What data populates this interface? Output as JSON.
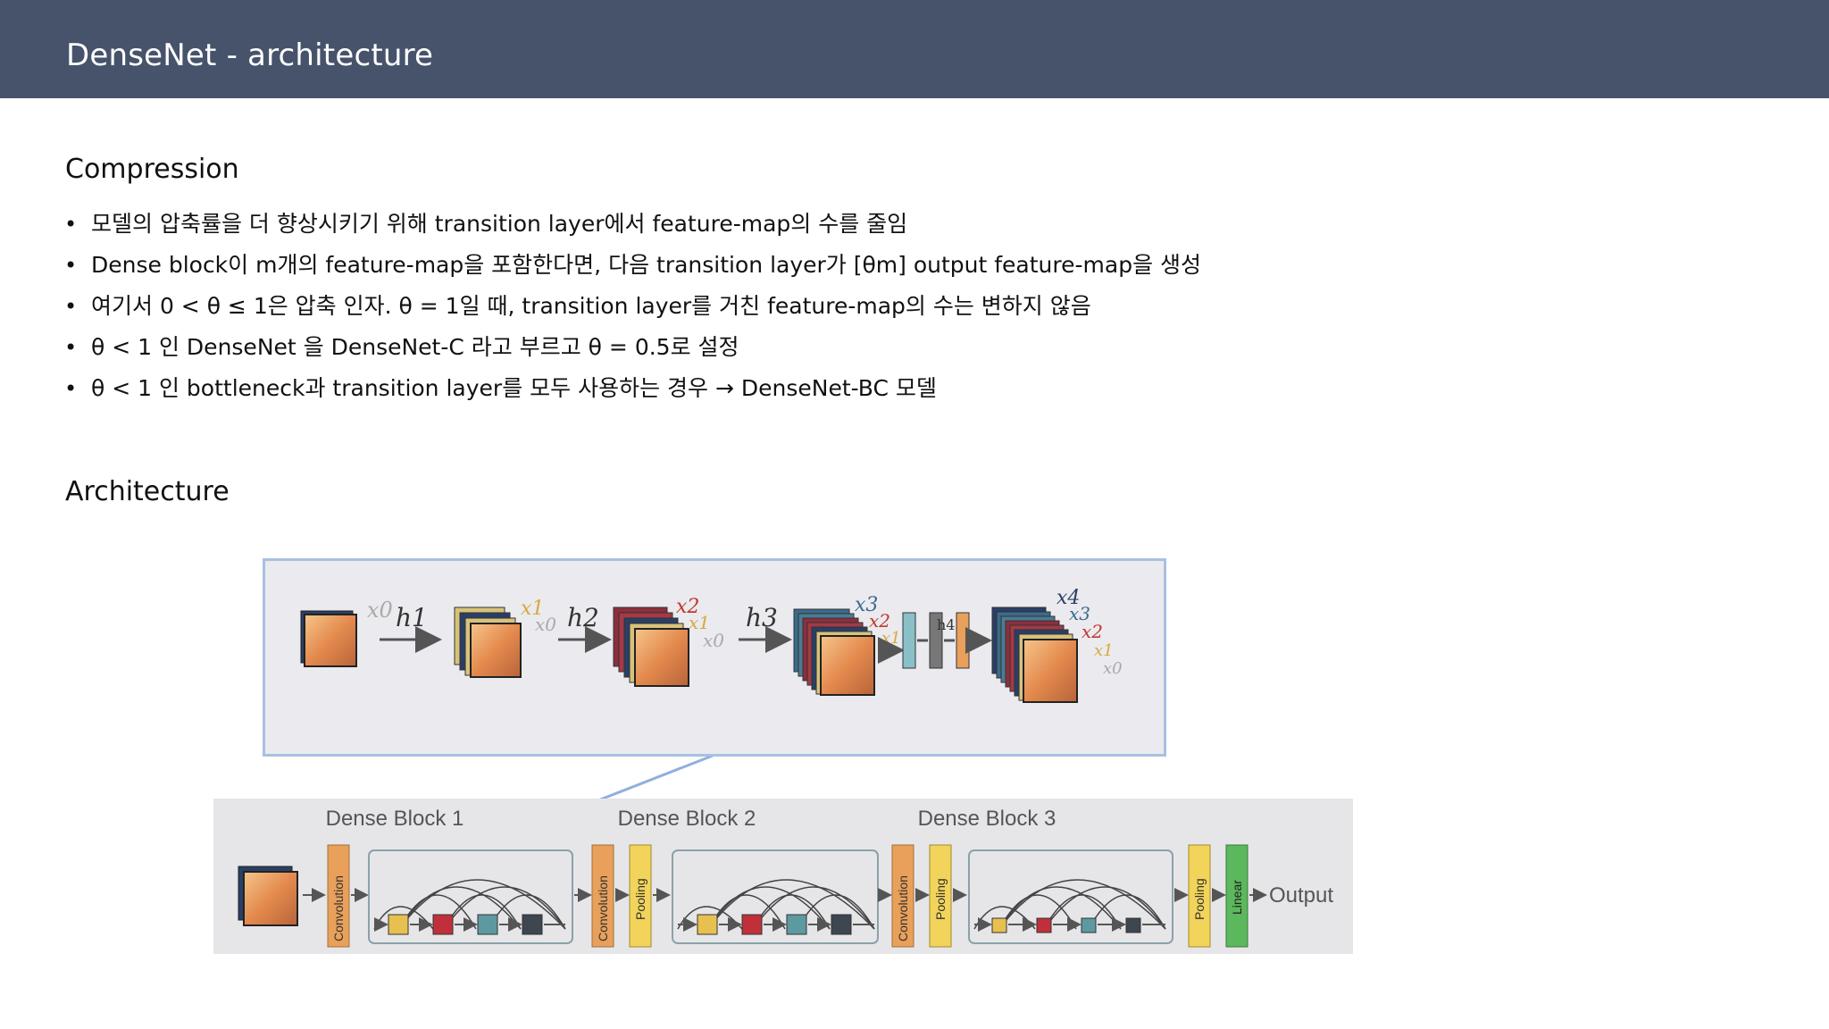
{
  "header": {
    "title": "DenseNet - architecture"
  },
  "compression": {
    "title": "Compression",
    "bullets": [
      "모델의 압축률을 더 향상시키기 위해 transition layer에서 feature-map의 수를 줄임",
      "Dense block이 m개의 feature-map을 포함한다면, 다음 transition layer가 [θm] output feature-map을 생성",
      "여기서 0 < θ ≤ 1은 압축 인자. θ = 1일 때, transition layer를 거친 feature-map의 수는 변하지 않음",
      "θ < 1 인 DenseNet 을 DenseNet-C 라고 부르고 θ = 0.5로 설정",
      "θ < 1 인 bottleneck과 transition layer를 모두 사용하는 경우 → DenseNet-BC 모델"
    ]
  },
  "architecture": {
    "title": "Architecture",
    "top_figure": {
      "h_labels": [
        "h1",
        "h2",
        "h3",
        "h4"
      ],
      "x_labels": [
        "x0",
        "x1",
        "x2",
        "x3",
        "x4"
      ]
    },
    "bottom_figure": {
      "blocks": [
        "Dense Block 1",
        "Dense Block 2",
        "Dense Block 3"
      ],
      "layer_labels": {
        "conv": "Convolution",
        "pool": "Pooling",
        "linear": "Linear"
      },
      "output": "Output"
    }
  },
  "colors": {
    "header_bg": "#46536b",
    "conv": "#e8a05a",
    "pool": "#f2d45a",
    "linear": "#5cb85c",
    "frame": "#a8c0e2"
  }
}
